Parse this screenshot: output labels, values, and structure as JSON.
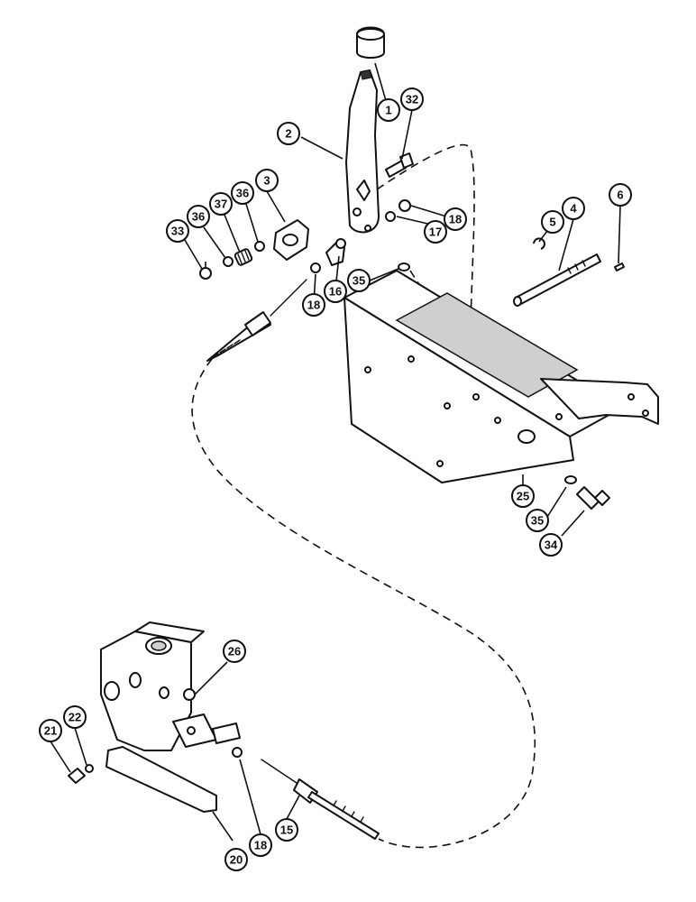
{
  "callouts": [
    {
      "id": "c1",
      "label": "1"
    },
    {
      "id": "c2",
      "label": "2"
    },
    {
      "id": "c3",
      "label": "3"
    },
    {
      "id": "c4",
      "label": "4"
    },
    {
      "id": "c5",
      "label": "5"
    },
    {
      "id": "c6",
      "label": "6"
    },
    {
      "id": "c15",
      "label": "15"
    },
    {
      "id": "c16",
      "label": "16"
    },
    {
      "id": "c17",
      "label": "17"
    },
    {
      "id": "c18a",
      "label": "18"
    },
    {
      "id": "c18b",
      "label": "18"
    },
    {
      "id": "c18c",
      "label": "18"
    },
    {
      "id": "c20",
      "label": "20"
    },
    {
      "id": "c21",
      "label": "21"
    },
    {
      "id": "c22",
      "label": "22"
    },
    {
      "id": "c25",
      "label": "25"
    },
    {
      "id": "c26",
      "label": "26"
    },
    {
      "id": "c32",
      "label": "32"
    },
    {
      "id": "c33",
      "label": "33"
    },
    {
      "id": "c34",
      "label": "34"
    },
    {
      "id": "c35a",
      "label": "35"
    },
    {
      "id": "c35b",
      "label": "35"
    },
    {
      "id": "c36a",
      "label": "36"
    },
    {
      "id": "c36b",
      "label": "36"
    },
    {
      "id": "c37",
      "label": "37"
    }
  ]
}
